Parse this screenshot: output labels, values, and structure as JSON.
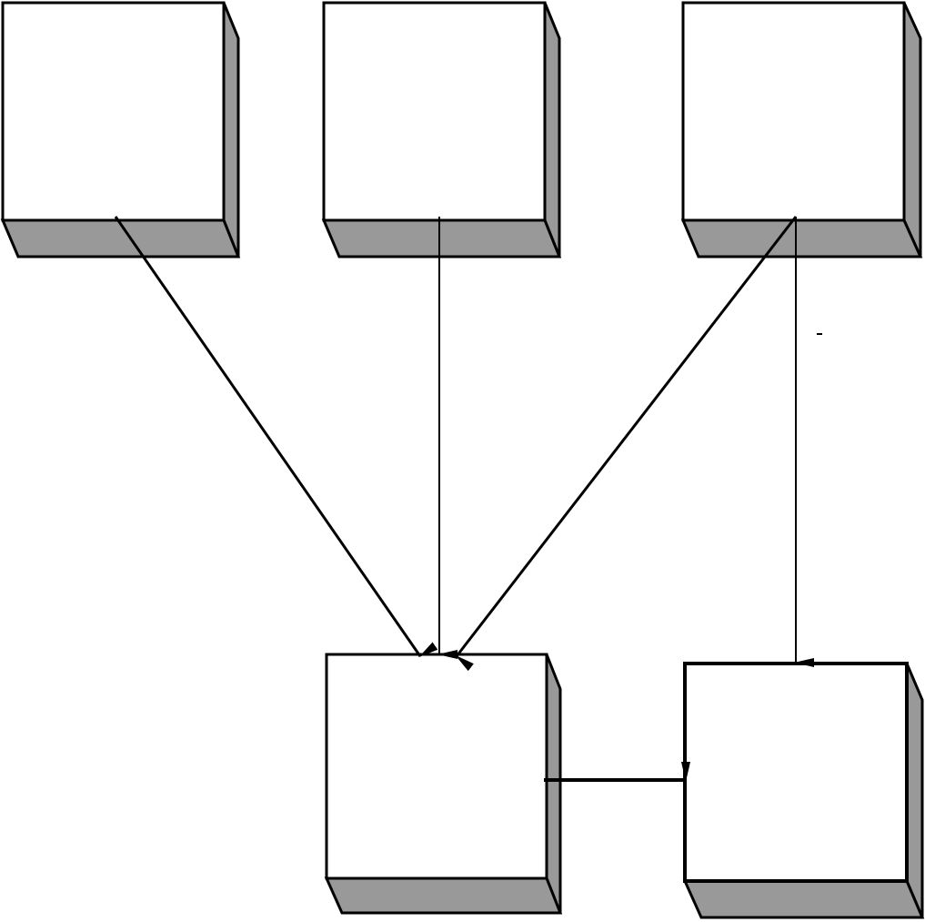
{
  "diagram": {
    "type": "flow",
    "colors": {
      "face": "#ffffff",
      "side": "#999999",
      "stroke": "#000000"
    },
    "nodes": [
      {
        "id": "box-top-left",
        "label": ""
      },
      {
        "id": "box-top-middle",
        "label": ""
      },
      {
        "id": "box-top-right",
        "label": ""
      },
      {
        "id": "box-bottom-middle",
        "label": ""
      },
      {
        "id": "box-bottom-right",
        "label": ""
      }
    ],
    "edges": [
      {
        "from": "box-top-left",
        "to": "box-bottom-middle"
      },
      {
        "from": "box-top-middle",
        "to": "box-bottom-middle"
      },
      {
        "from": "box-top-right",
        "to": "box-bottom-middle"
      },
      {
        "from": "box-top-right",
        "to": "box-bottom-right"
      },
      {
        "from": "box-bottom-middle",
        "to": "box-bottom-right"
      }
    ]
  }
}
